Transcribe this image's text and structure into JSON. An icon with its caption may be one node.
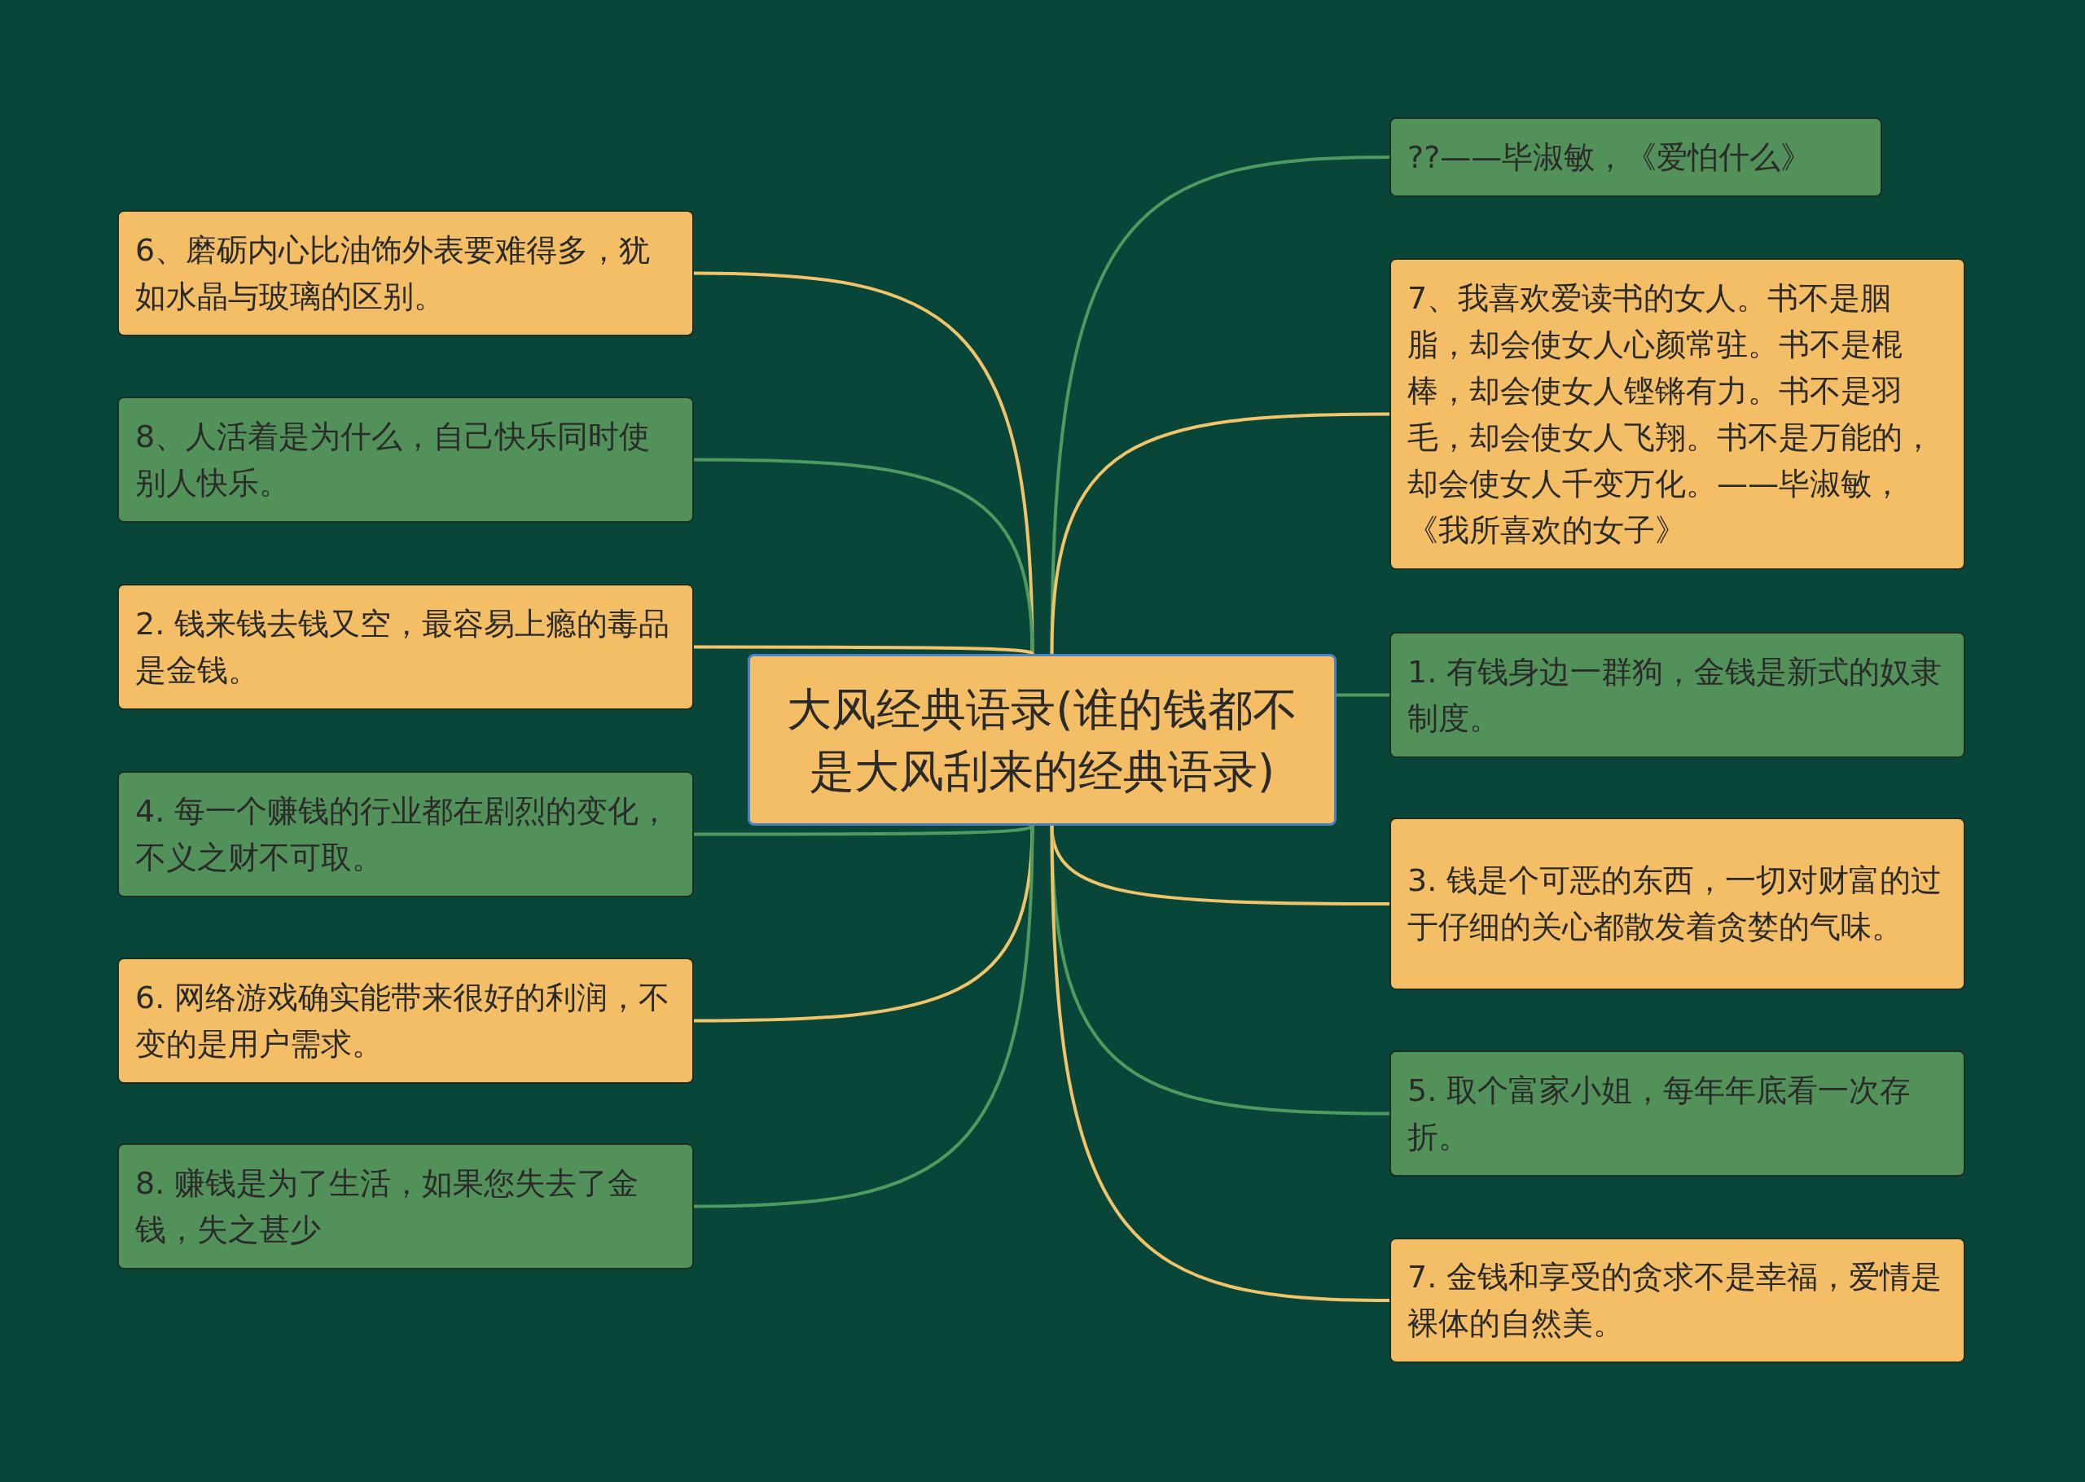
{
  "diagram": {
    "nodes": [
      {
        "text": [
          "大风经典语录(谁的钱都不是大风刮来的经典语录)"
        ]
      },
      {
        "text": [
          "6、磨砺内心比油饰外表要难得多，犹如水晶与玻璃的区别。"
        ]
      },
      {
        "text": [
          "8、人活着是为什么，自己快乐同时使别人快乐。"
        ]
      },
      {
        "text": [
          "2. 钱来钱去钱又空，最容易上瘾的毒品是金钱。"
        ]
      },
      {
        "text": [
          "4. 每一个赚钱的行业都在剧烈的变化，不义之财不可取。"
        ]
      },
      {
        "text": [
          "6. 网络游戏确实能带来很好的利润，不变的是用户需求。"
        ]
      },
      {
        "text": [
          "8. 赚钱是为了生活，如果您失去了金钱，失之甚少"
        ]
      },
      {
        "text": [
          "??——毕淑敏，《爱怕什么》"
        ]
      },
      {
        "text": [
          "7、我喜欢爱读书的女人。书不是胭脂，却会使女人心颜常驻。书不是棍棒，却会使女人铿锵有力。书不是羽毛，却会使女人飞翔。书不是万能的，却会使女人千变万化。——毕淑敏，《我所喜欢的女子》"
        ]
      },
      {
        "text": [
          "1. 有钱身边一群狗，金钱是新式的奴隶制度。"
        ]
      },
      {
        "text": [
          "3. 钱是个可恶的东西，一切对财富的过于仔细的关心都散发着贪婪的气味。"
        ]
      },
      {
        "text": [
          "5. 取个富家小姐，每年年底看一次存折。"
        ]
      },
      {
        "text": [
          "7. 金钱和享受的贪求不是幸福，爱情是裸体的自然美。"
        ]
      }
    ],
    "edges": [
      {
        "from": 0,
        "to": 1,
        "arrow": "none",
        "color": "#f2c46a"
      },
      {
        "from": 0,
        "to": 2,
        "arrow": "none",
        "color": "#4f9a5e"
      },
      {
        "from": 0,
        "to": 3,
        "arrow": "none",
        "color": "#f2c46a"
      },
      {
        "from": 0,
        "to": 4,
        "arrow": "none",
        "color": "#4f9a5e"
      },
      {
        "from": 0,
        "to": 5,
        "arrow": "none",
        "color": "#f2c46a"
      },
      {
        "from": 0,
        "to": 6,
        "arrow": "none",
        "color": "#4f9a5e"
      },
      {
        "from": 0,
        "to": 7,
        "arrow": "none",
        "color": "#4f9a5e"
      },
      {
        "from": 0,
        "to": 8,
        "arrow": "none",
        "color": "#f2c46a"
      },
      {
        "from": 0,
        "to": 9,
        "arrow": "none",
        "color": "#4f9a5e"
      },
      {
        "from": 0,
        "to": 10,
        "arrow": "none",
        "color": "#f2c46a"
      },
      {
        "from": 0,
        "to": 11,
        "arrow": "none",
        "color": "#4f9a5e"
      },
      {
        "from": 0,
        "to": 12,
        "arrow": "none",
        "color": "#f2c46a"
      }
    ]
  }
}
